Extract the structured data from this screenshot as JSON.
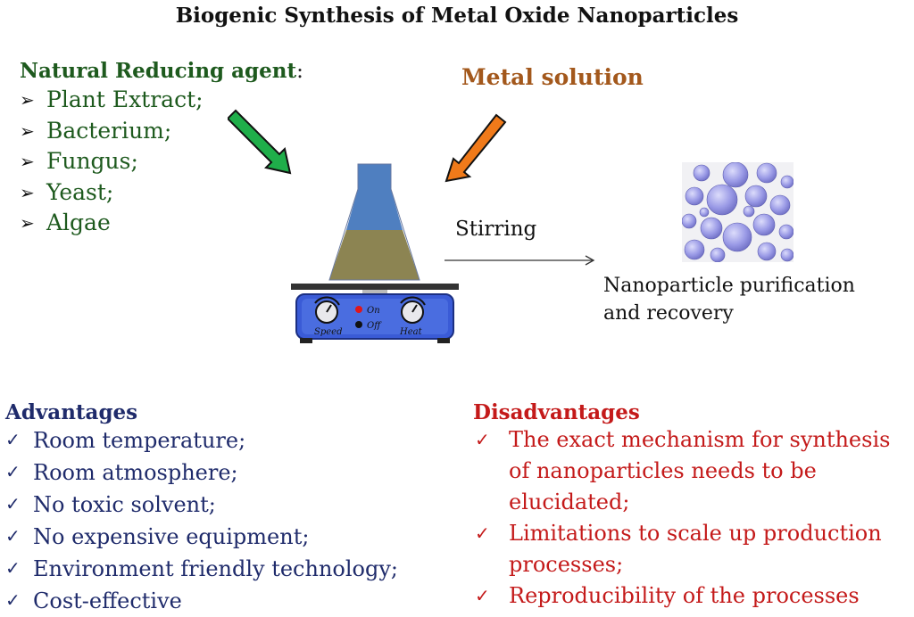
{
  "title": "Biogenic Synthesis of Metal Oxide Nanoparticles",
  "reducing_agents": {
    "heading": "Natural Reducing agent",
    "colon": ":",
    "bullet": "➢",
    "items": [
      "Plant Extract;",
      "Bacterium;",
      "Fungus;",
      "Yeast;",
      "Algae"
    ]
  },
  "metal_solution": "Metal solution",
  "stirring": "Stirring",
  "recovery": {
    "line1": "Nanoparticle purification",
    "line2": "and recovery"
  },
  "stirrer": {
    "speed_label": "Speed",
    "on_label": "On",
    "off_label": "Off",
    "heat_label": "Heat"
  },
  "advantages": {
    "heading": "Advantages",
    "check": "✓",
    "items": [
      "Room temperature;",
      "Room atmosphere;",
      "No toxic solvent;",
      "No expensive equipment;",
      "Environment friendly technology;",
      "Cost-effective"
    ]
  },
  "disadvantages": {
    "heading": "Disadvantages",
    "check": "✓",
    "items": [
      "The exact mechanism for synthesis of nanoparticles needs to be elucidated;",
      "Limitations to scale up production processes;",
      "Reproducibility of the processes"
    ]
  },
  "colors": {
    "agents_text": "#1e5a1e",
    "metal_text": "#a3581c",
    "advantages_text": "#1f2b6b",
    "disadvantages_text": "#c41a1a",
    "green_arrow": "#1fae4a",
    "orange_arrow": "#f07a1a",
    "flask_top": "#4f7fc0",
    "flask_bottom": "#8c8452",
    "hotplate_blue": "#3a5bd6"
  }
}
